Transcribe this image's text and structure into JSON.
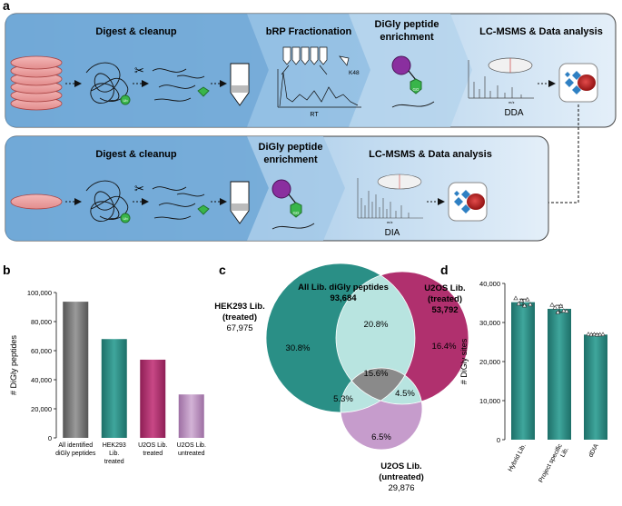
{
  "panels": {
    "a": "a",
    "b": "b",
    "c": "c",
    "d": "d"
  },
  "workflow_top": {
    "steps": [
      "Digest & cleanup",
      "bRP Fractionation",
      "DiGly peptide",
      "enrichment",
      "LC-MSMS & Data analysis"
    ],
    "k48": "K48",
    "rt": "RT",
    "ub": "Ub",
    "gg": "GG",
    "mz": "m/z",
    "mode": "DDA"
  },
  "workflow_bottom": {
    "steps": [
      "Digest & cleanup",
      "DiGly peptide",
      "enrichment",
      "LC-MSMS & Data analysis"
    ],
    "ub": "Ub",
    "gg": "GG",
    "mz": "m/z",
    "mode": "DIA"
  },
  "chart_data": [
    {
      "type": "bar",
      "categories": [
        [
          "All identified",
          "diGly peptides"
        ],
        [
          "HEK293",
          "Lib.",
          "treated"
        ],
        [
          "U2OS Lib.",
          "treated"
        ],
        [
          "U2OS Lib.",
          "untreated"
        ]
      ],
      "values": [
        93684,
        67975,
        53792,
        29876
      ],
      "colors": [
        "#767676",
        "#2a8f86",
        "#b0306e",
        "#b98fbf"
      ],
      "ylabel": "# DiGly peptides",
      "yticks": [
        "0",
        "20,000",
        "40,000",
        "60,000",
        "80,000",
        "100,000"
      ],
      "ylim": [
        0,
        100000
      ]
    },
    {
      "type": "venn",
      "title_line1": "All Lib. diGly peptides",
      "title_line2": "93,684",
      "sets": [
        {
          "line1": "HEK293 Lib.",
          "line2": "(treated)",
          "count": "67,975",
          "color": "#2a8f86"
        },
        {
          "line1": "U2OS Lib.",
          "line2": "(treated)",
          "count": "53,792",
          "color": "#b0306e"
        },
        {
          "line1": "U2OS Lib.",
          "line2": "(untreated)",
          "count": "29,876",
          "color": "#c69ccc"
        }
      ],
      "regions": [
        "30.8%",
        "20.8%",
        "16.4%",
        "15.6%",
        "5.3%",
        "4.5%",
        "6.5%"
      ]
    },
    {
      "type": "bar",
      "categories": [
        [
          "Hybrid Lib."
        ],
        [
          "Project specific",
          "Lib."
        ],
        [
          "dDIA"
        ]
      ],
      "values": [
        35200,
        33500,
        26900
      ],
      "errors": [
        800,
        900,
        200
      ],
      "points": [
        [
          36200,
          34800,
          35600,
          34300,
          35900,
          34600
        ],
        [
          34500,
          33800,
          32600,
          34200,
          33000,
          32900
        ],
        [
          27000,
          26900,
          26950,
          26850,
          26900,
          26950
        ]
      ],
      "color": "#2a8f86",
      "ylabel": "# DiGly sites",
      "yticks": [
        "0",
        "10,000",
        "20,000",
        "30,000",
        "40,000"
      ],
      "ylim": [
        0,
        40000
      ]
    }
  ]
}
